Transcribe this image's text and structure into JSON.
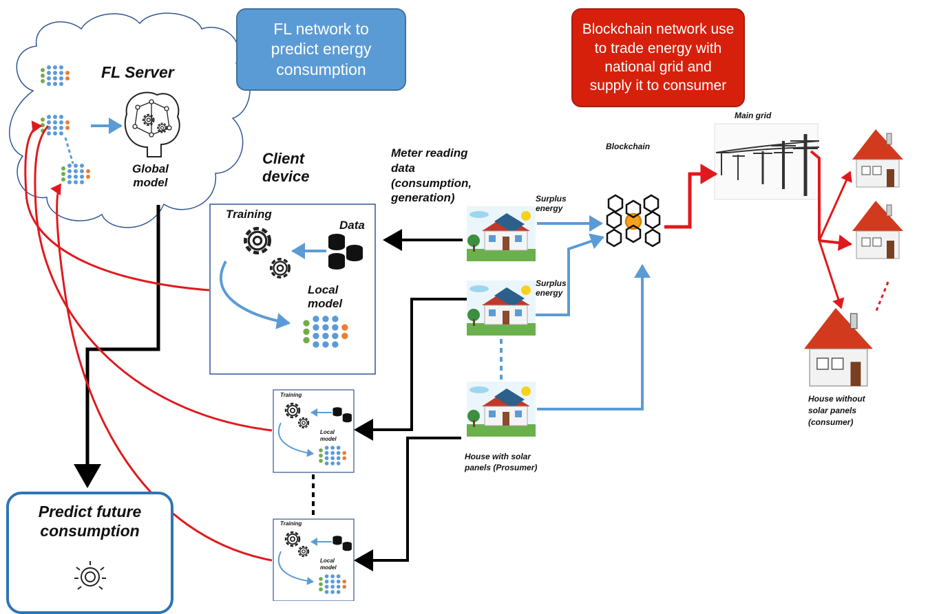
{
  "header_boxes": {
    "fl_network": "FL network to\npredict energy\nconsumption",
    "blockchain_network": "Blockchain network use\nto trade energy with\nnational grid and\nsupply it to consumer"
  },
  "fl_server": {
    "title": "FL Server",
    "global_model_label": "Global\nmodel"
  },
  "client_device": {
    "title": "Client\ndevice",
    "training": "Training",
    "data": "Data",
    "local_model": "Local\nmodel"
  },
  "mini_clients": [
    {
      "training": "Training",
      "local_model": "Local\nmodel"
    },
    {
      "training": "Training",
      "local_model": "Local\nmodel"
    }
  ],
  "meter_reading": "Meter reading\ndata\n(consumption,\ngeneration)",
  "surplus_energy": [
    "Surplus\nenergy",
    "Surplus\nenergy"
  ],
  "blockchain_label": "Blockchain",
  "main_grid_label": "Main grid",
  "prosumer_label": "House with solar\npanels (Prosumer)",
  "consumer_label": "House without\nsolar panels\n(consumer)",
  "predict_box": {
    "title": "Predict future\nconsumption"
  },
  "colors": {
    "red_arrow": "#e0191c",
    "blue_arrow": "#5b9bd5",
    "black_arrow": "#000000",
    "fl_box": "#5b9bd5",
    "blockchain_box": "#d7200c"
  }
}
